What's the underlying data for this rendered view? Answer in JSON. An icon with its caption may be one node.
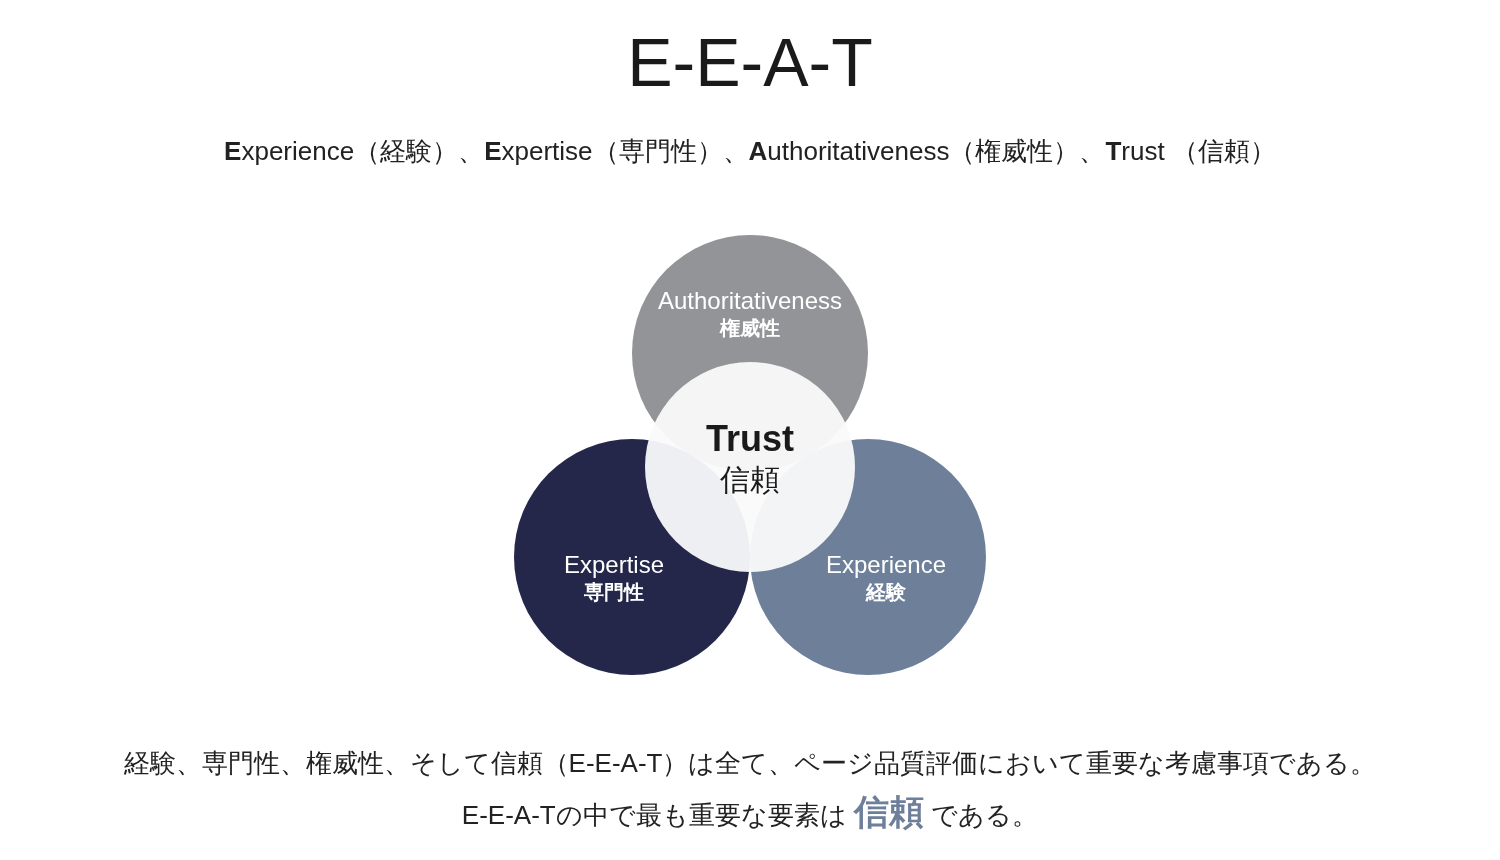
{
  "diagram": {
    "title": "E-E-A-T",
    "nodes": [
      {
        "text": [
          "Authoritativeness",
          "権威性"
        ]
      },
      {
        "text": [
          "Trust",
          "信頼"
        ]
      },
      {
        "text": [
          "Expertise",
          "専門性"
        ]
      },
      {
        "text": [
          "Experience",
          "経験"
        ]
      }
    ],
    "labels": [
      "**E**xperience（経験）、**E**xpertise（専門性）、**A**uthoritativeness（権威性）、**T**rust （信頼）",
      "経験、専門性、権威性、そして信頼（E-E-A-T）は全て、ページ品質評価において重要な考慮事項である。",
      "E-E-A-Tの中で最も重要な要素は **信頼** である。"
    ]
  }
}
